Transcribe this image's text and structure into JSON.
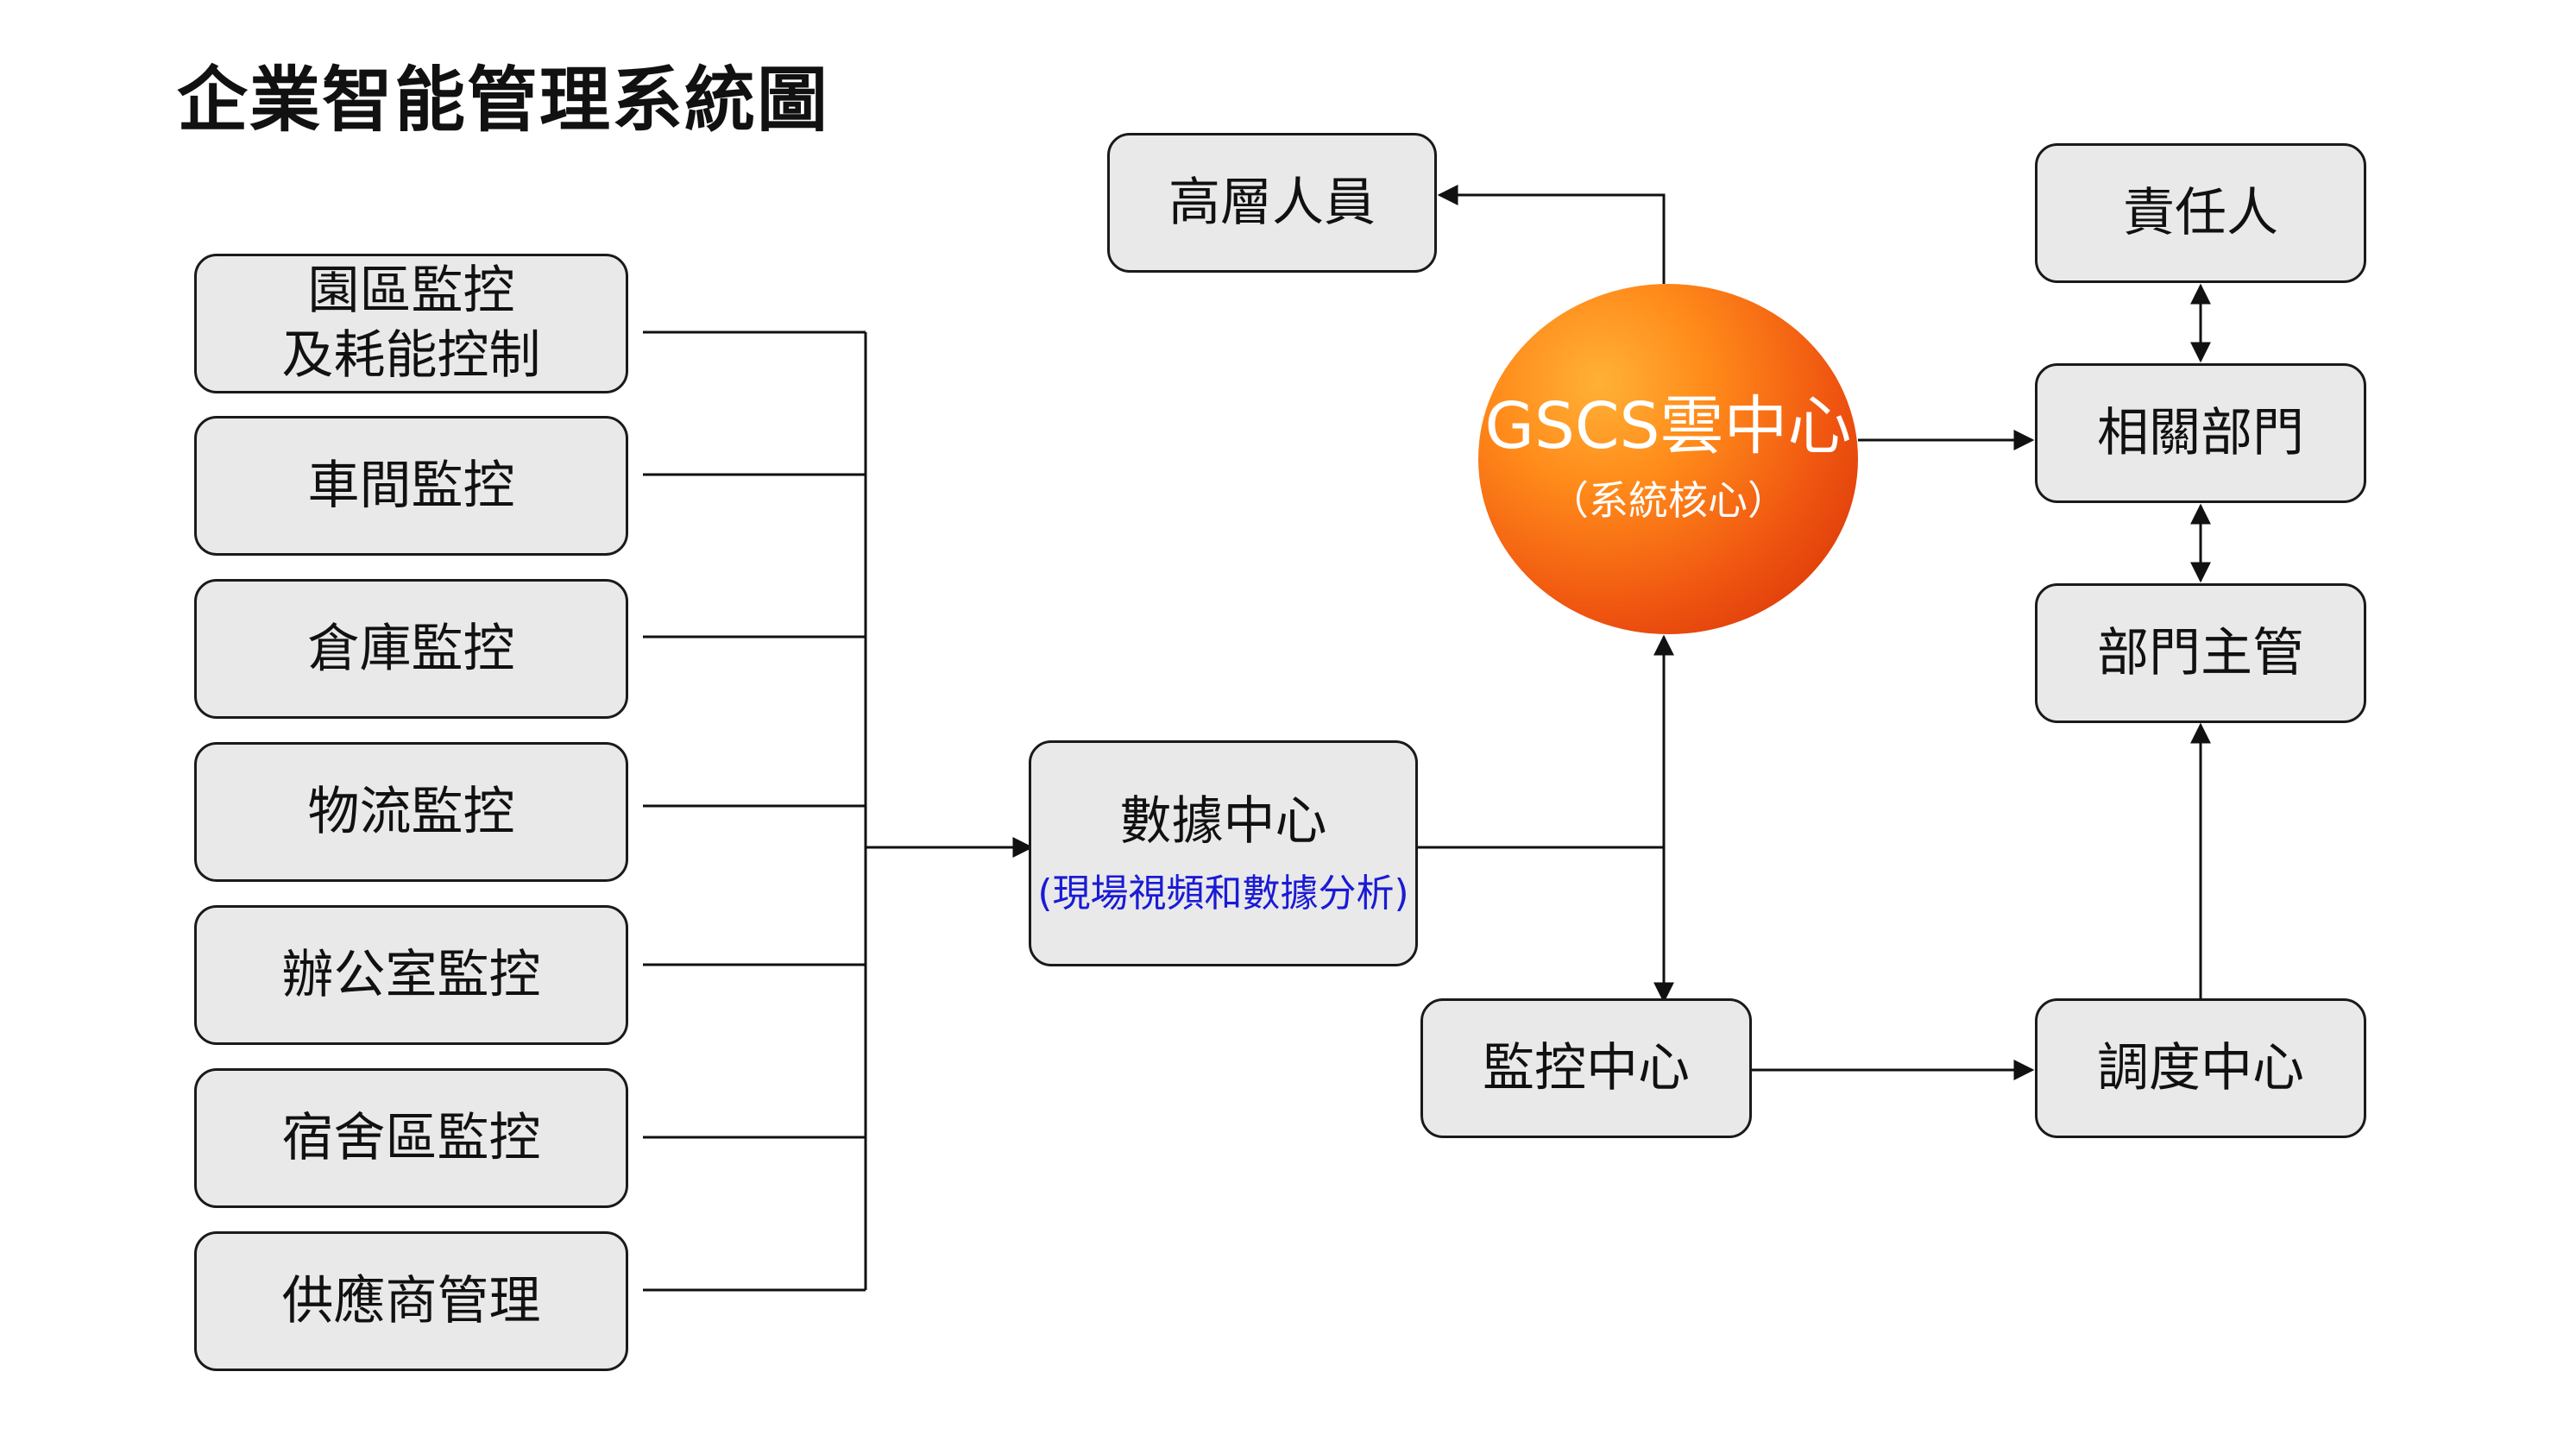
{
  "title": "企業智能管理系統圖",
  "monitors": [
    {
      "line1": "園區監控",
      "line2": "及耗能控制"
    },
    {
      "line1": "車間監控",
      "line2": ""
    },
    {
      "line1": "倉庫監控",
      "line2": ""
    },
    {
      "line1": "物流監控",
      "line2": ""
    },
    {
      "line1": "辦公室監控",
      "line2": ""
    },
    {
      "line1": "宿舍區監控",
      "line2": ""
    },
    {
      "line1": "供應商管理",
      "line2": ""
    }
  ],
  "data_center": {
    "label": "數據中心",
    "sub": "(現場視頻和數據分析)"
  },
  "cloud": {
    "label": "GSCS雲中心",
    "sub": "（系統核心）"
  },
  "senior": "高層人員",
  "monitor_center": "監控中心",
  "dispatch_center": "調度中心",
  "responsible": "責任人",
  "related_depts": "相關部門",
  "dept_manager": "部門主管",
  "colors": {
    "box_fill": "#e9e9e9",
    "box_border": "#1a1a1a",
    "cloud_light": "#ffb136",
    "cloud_dark": "#cf2a06",
    "subtext_blue": "#1a1ad6",
    "line": "#111111"
  }
}
